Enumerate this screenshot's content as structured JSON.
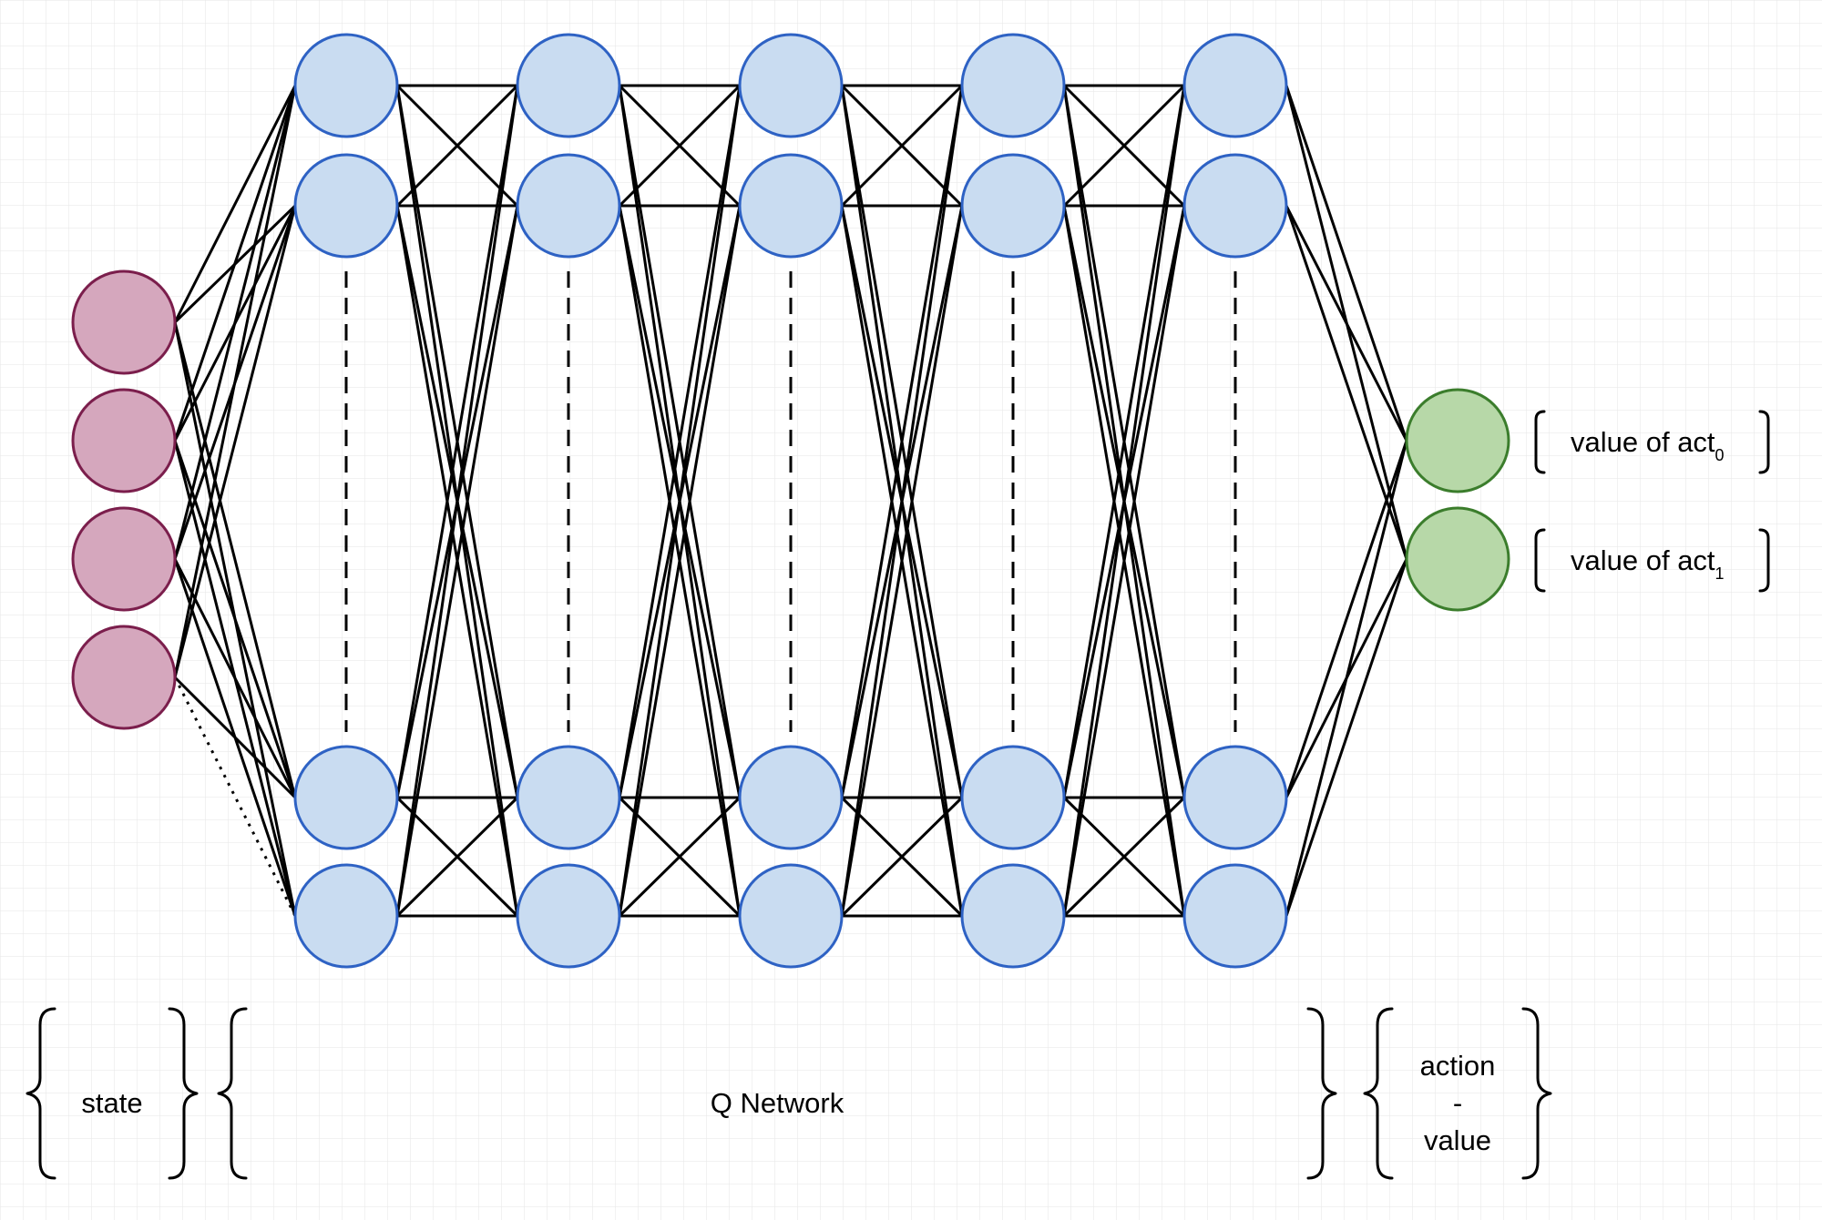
{
  "colors": {
    "input_fill": "#d5a7bd",
    "input_stroke": "#7b1e4c",
    "hidden_fill": "#c9dcf1",
    "hidden_stroke": "#2e62c4",
    "output_fill": "#b7d8a8",
    "output_stroke": "#3b7d2c",
    "grid_line": "#e6e6e6"
  },
  "outputs": [
    {
      "label": "value of act",
      "subscript": "0"
    },
    {
      "label": "value of act",
      "subscript": "1"
    }
  ],
  "groups": {
    "state": "state",
    "q_network": "Q Network",
    "action_value_line1": "action",
    "action_value_line2": "-",
    "action_value_line3": "value"
  }
}
